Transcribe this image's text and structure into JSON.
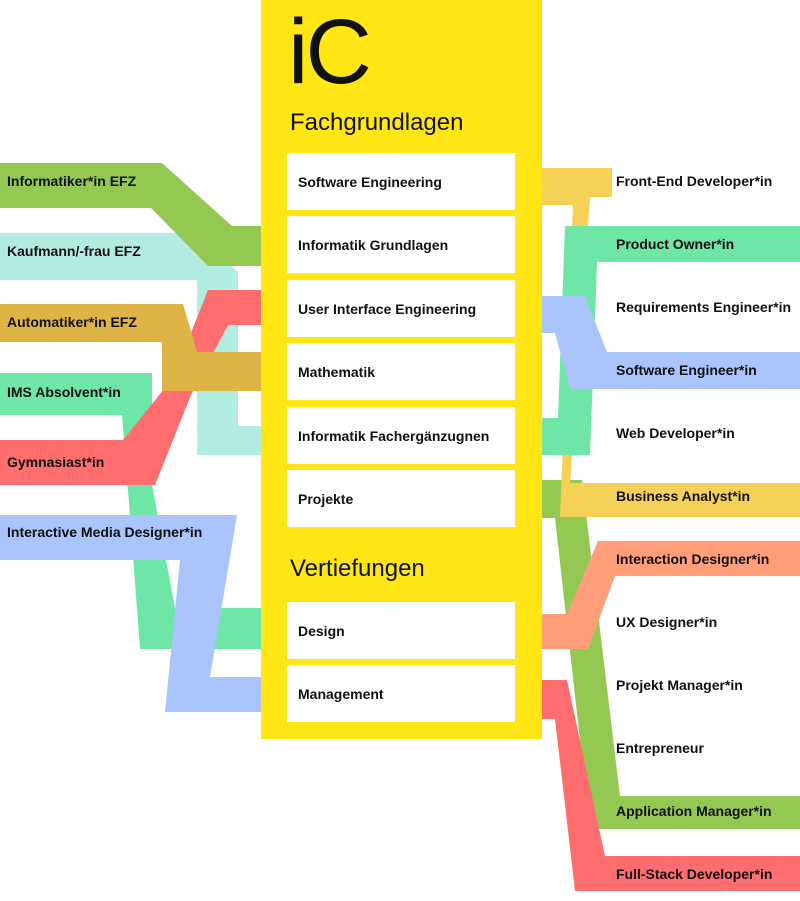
{
  "logo": "iC",
  "sections": {
    "fachgrundlagen": "Fachgrundlagen",
    "vertiefungen": "Vertiefungen"
  },
  "modules": [
    "Software Engineering",
    "Informatik Grundlagen",
    "User Interface Engineering",
    "Mathematik",
    "Informatik Fachergänzugnen",
    "Projekte",
    "Design",
    "Management"
  ],
  "sources": [
    "Informatiker*in EFZ",
    "Kaufmann/-frau EFZ",
    "Automatiker*in EFZ",
    "IMS Absolvent*in",
    "Gymnasiast*in",
    "Interactive Media Designer*in"
  ],
  "careers": [
    "Front-End Developer*in",
    "Product Owner*in",
    "Requirements Engineer*in",
    "Software Engineer*in",
    "Web Developer*in",
    "Business Analyst*in",
    "Interaction Designer*in",
    "UX Designer*in",
    "Projekt Manager*in",
    "Entrepreneur",
    "Application Manager*in",
    "Full-Stack Developer*in"
  ],
  "colors": {
    "panel": "#FFE614",
    "green": "#93C952",
    "mint": "#B3EDE2",
    "ochre": "#DDB445",
    "emerald": "#6EE6A8",
    "red": "#FF6E6E",
    "blue": "#A9C5FC",
    "yellow_orange": "#F5D257",
    "salmon": "#FF9E78"
  }
}
